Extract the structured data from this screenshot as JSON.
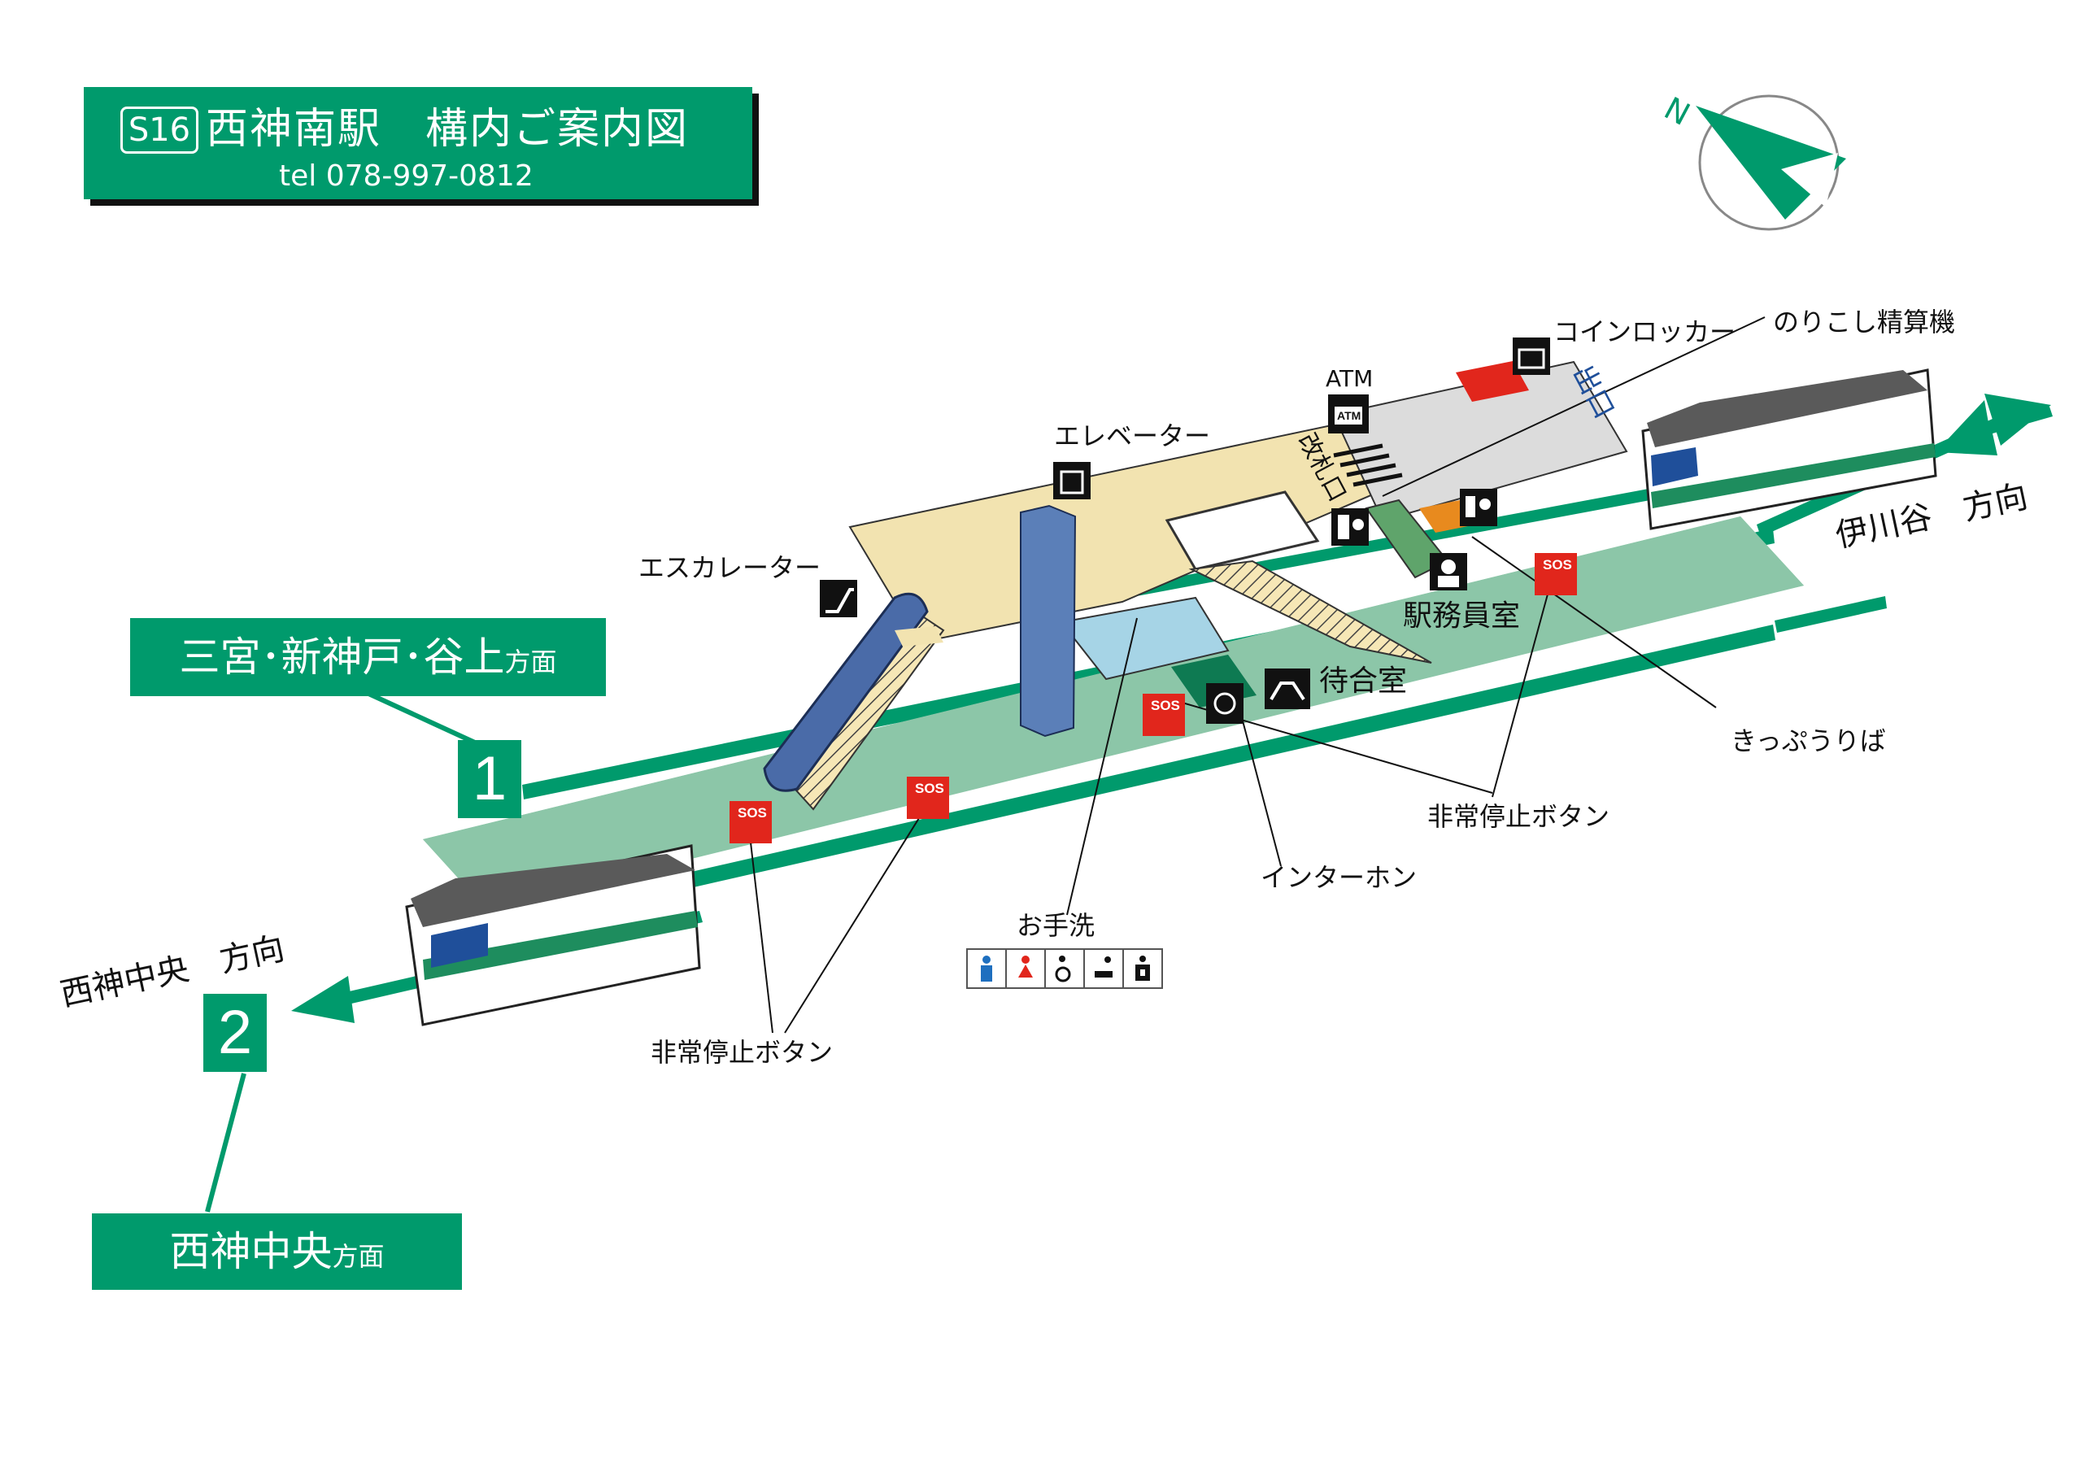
{
  "title": {
    "code": "S16",
    "name": "西神南駅　構内ご案内図",
    "tel": "tel 078-997-0812"
  },
  "compass": {
    "north": "N"
  },
  "directions": {
    "platform1": {
      "track": "1",
      "main": "三宮･新神戸･谷上",
      "suffix": "方面"
    },
    "platform2": {
      "track": "2",
      "main": "西神中央",
      "suffix": "方面"
    },
    "train_east": "伊川谷　方向",
    "train_west": "西神中央　方向"
  },
  "labels": {
    "coin_locker": "コインロッカー",
    "fare_adjust": "のりこし精算機",
    "atm": "ATM",
    "gate": "改札口",
    "exit": "出口",
    "elevator": "エレベーター",
    "escalator": "エスカレーター",
    "station_office": "駅務員室",
    "waiting_room": "待合室",
    "ticket_office": "きっぷうりば",
    "emergency_right": "非常停止ボタン",
    "emergency_left": "非常停止ボタン",
    "intercom": "インターホン",
    "toilet": "お手洗"
  },
  "icons": {
    "sos": "SOS",
    "atm_icon": "ATM",
    "toilet_icons": [
      "male-icon",
      "female-icon",
      "wheelchair-icon",
      "baby-care-icon",
      "ostomate-icon"
    ]
  },
  "colors": {
    "brand_green": "#009a6c",
    "platform": "#8cc6a8",
    "concourse": "#f2e3b0",
    "paid_area": "#dcdcdc",
    "elevator": "#5b7fb8",
    "sos_red": "#e1261c"
  }
}
